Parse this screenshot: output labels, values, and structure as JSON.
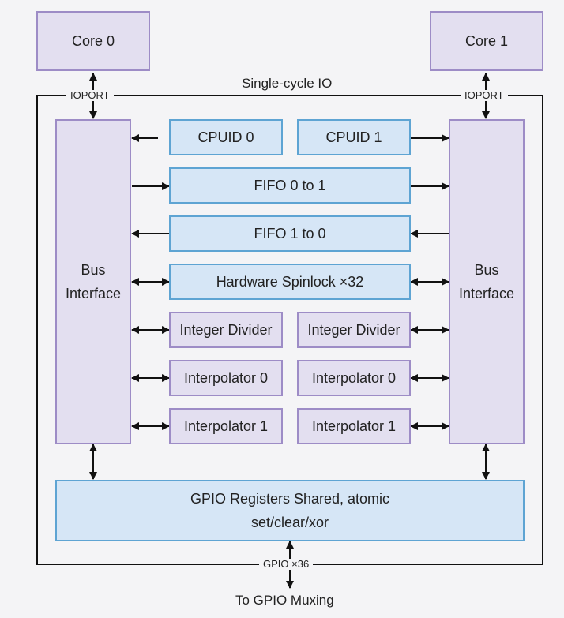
{
  "cores": {
    "core0": "Core 0",
    "core1": "Core 1"
  },
  "frame": {
    "title": "Single-cycle IO",
    "ioport_left": "IOPORT",
    "ioport_right": "IOPORT",
    "gpio_label": "GPIO ×36",
    "output_label": "To GPIO Muxing"
  },
  "bus": {
    "left_line1": "Bus",
    "left_line2": "Interface",
    "right_line1": "Bus",
    "right_line2": "Interface"
  },
  "blocks": {
    "cpuid0": "CPUID 0",
    "cpuid1": "CPUID 1",
    "fifo01": "FIFO 0 to 1",
    "fifo10": "FIFO 1 to 0",
    "spinlock": "Hardware Spinlock ×32",
    "divider_left": "Integer Divider",
    "divider_right": "Integer Divider",
    "interp0_left": "Interpolator 0",
    "interp0_right": "Interpolator 0",
    "interp1_left": "Interpolator 1",
    "interp1_right": "Interpolator 1"
  },
  "gpio": {
    "line1": "GPIO Registers Shared, atomic",
    "line2": "set/clear/xor"
  },
  "colors": {
    "purple_fill": "#e3dff0",
    "purple_border": "#9d8cc6",
    "blue_fill": "#d6e6f6",
    "blue_border": "#5ea4d3",
    "line": "#111111",
    "background": "#f4f4f6"
  }
}
